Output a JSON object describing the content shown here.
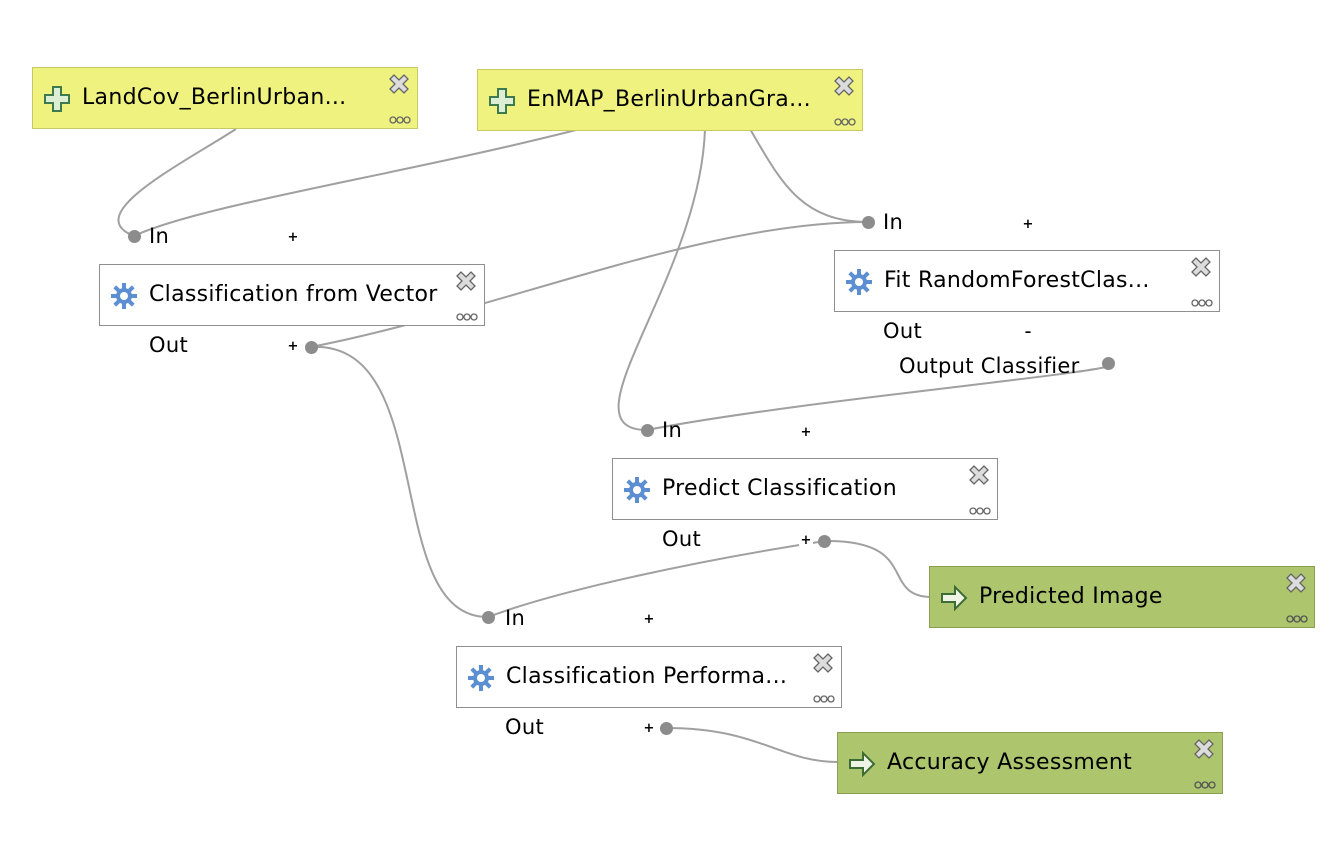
{
  "inputs": [
    {
      "label": "LandCov_BerlinUrban..."
    },
    {
      "label": "EnMAP_BerlinUrbanGra..."
    }
  ],
  "algorithms": [
    {
      "label": "Classification from Vector",
      "in_label": "In",
      "out_label": "Out",
      "in_toggle": "+",
      "out_toggle": "+"
    },
    {
      "label": "Fit RandomForestClas...",
      "in_label": "In",
      "out_label": "Out",
      "in_toggle": "+",
      "out_toggle": "–",
      "output_item": "Output Classifier"
    },
    {
      "label": "Predict Classification",
      "in_label": "In",
      "out_label": "Out",
      "in_toggle": "+",
      "out_toggle": "+"
    },
    {
      "label": "Classification Performa...",
      "in_label": "In",
      "out_label": "Out",
      "in_toggle": "+",
      "out_toggle": "+"
    }
  ],
  "outputs": [
    {
      "label": "Predicted Image"
    },
    {
      "label": "Accuracy Assessment"
    }
  ],
  "colors": {
    "input_fill": "#eff27e",
    "output_fill": "#adc66e",
    "connector": "#a0a0a0",
    "gear_icon": "#5b8fd1"
  },
  "icons": {
    "input": "plus-icon",
    "algorithm": "gear-icon",
    "output": "arrow-right-icon",
    "close": "close-icon",
    "more": "more-icon"
  }
}
